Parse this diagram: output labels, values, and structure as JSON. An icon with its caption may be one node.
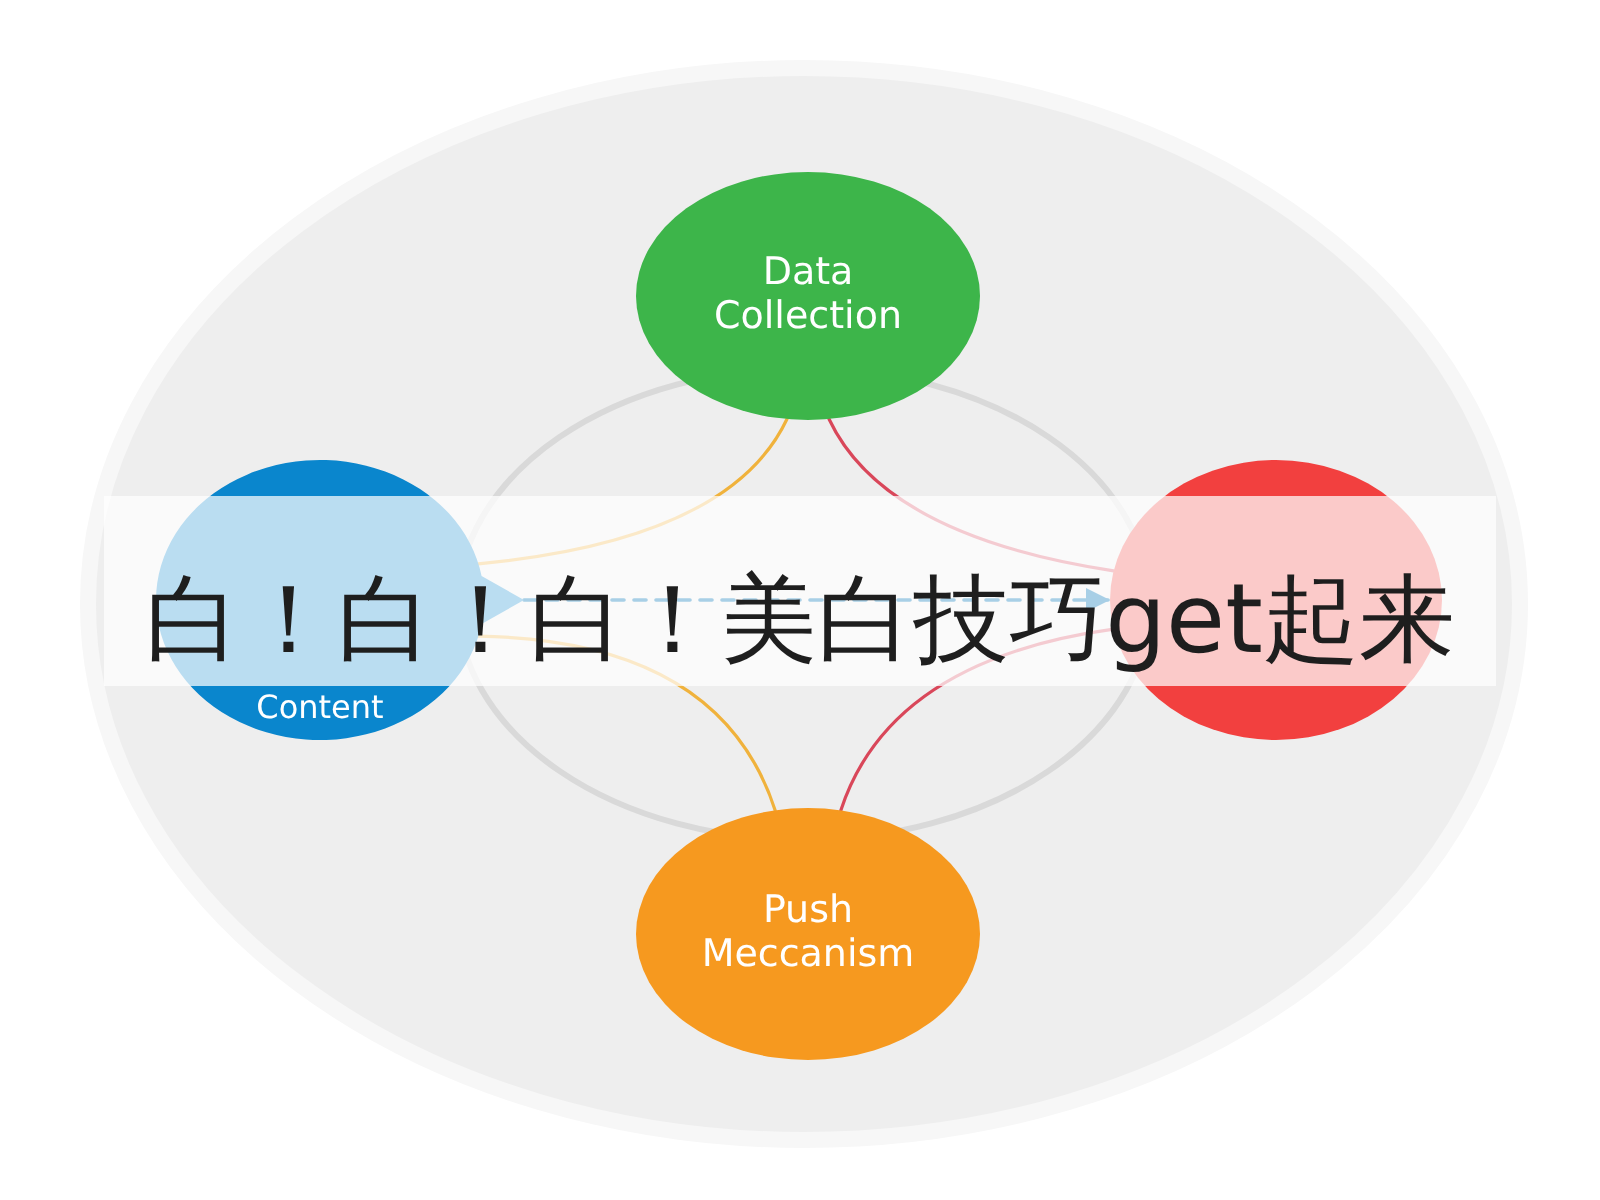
{
  "diagram": {
    "title": "白！白！白！美白技巧get起来",
    "nodes": [
      {
        "text": [
          "Data Collection"
        ]
      },
      {
        "text": [
          "Content"
        ]
      },
      {
        "text": [],
        "shape": "circle"
      },
      {
        "text": [
          "Push Meccanism"
        ]
      }
    ],
    "edges": [
      {
        "from": 0,
        "to": 1,
        "arrow": "none",
        "color": "#f0b23c"
      },
      {
        "from": 0,
        "to": 2,
        "arrow": "none",
        "color": "#d9475a"
      },
      {
        "from": 1,
        "to": 2,
        "arrow": "to",
        "style": "dashed",
        "color": "#a8cfe6"
      },
      {
        "from": 1,
        "to": 3,
        "arrow": "none",
        "color": "#f0b23c"
      },
      {
        "from": 2,
        "to": 3,
        "arrow": "none",
        "color": "#d9475a"
      }
    ]
  }
}
